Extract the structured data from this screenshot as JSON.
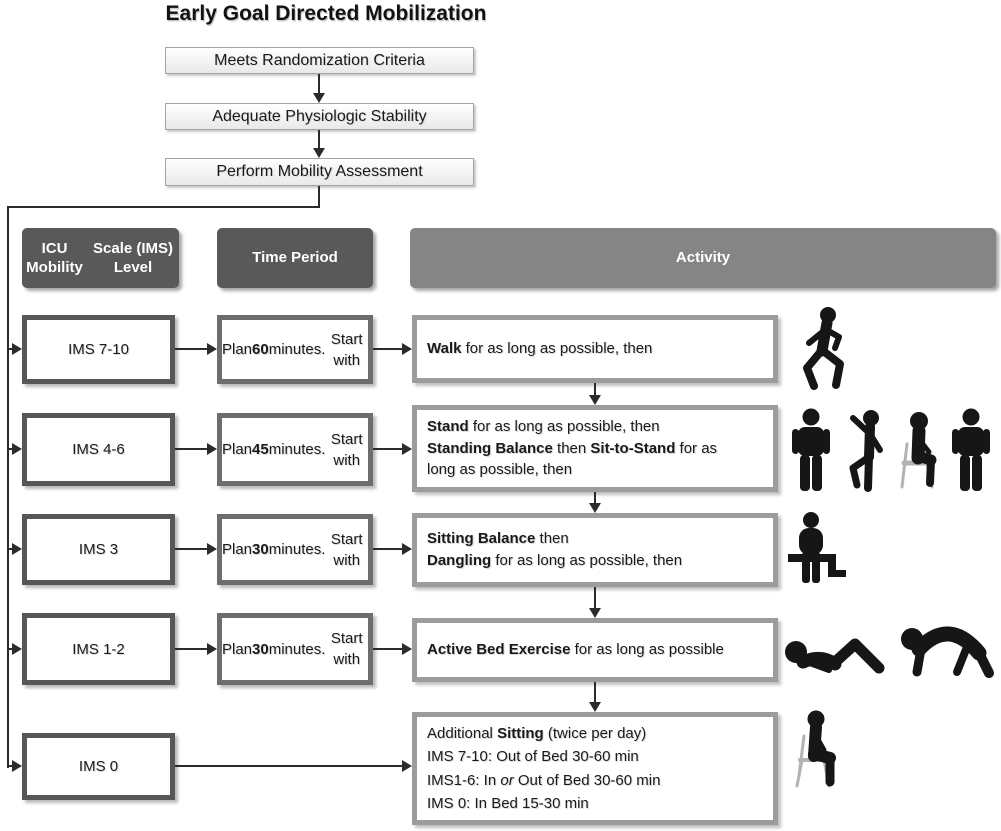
{
  "title": "Early Goal Directed Mobilization",
  "intro_steps": [
    {
      "label": "Meets Randomization Criteria"
    },
    {
      "label": "Adequate Physiologic Stability"
    },
    {
      "label": "Perform Mobility Assessment"
    }
  ],
  "table": {
    "headers": {
      "ims": [
        {
          "t": "ICU Mobility"
        },
        {
          "br": true
        },
        {
          "t": "Scale (IMS) Level"
        }
      ],
      "time": "Time Period",
      "activity": "Activity"
    },
    "rows": [
      {
        "ims_label": "IMS 7-10",
        "time": [
          {
            "t": "Plan "
          },
          {
            "t": "60",
            "b": true
          },
          {
            "t": " minutes."
          },
          {
            "br": true
          },
          {
            "t": "Start with"
          }
        ],
        "activity": [
          {
            "t": "Walk",
            "b": true
          },
          {
            "t": " for as long as possible, then"
          }
        ],
        "icons": [
          "walking-person"
        ]
      },
      {
        "ims_label": "IMS 4-6",
        "time": [
          {
            "t": "Plan "
          },
          {
            "t": "45",
            "b": true
          },
          {
            "t": " minutes."
          },
          {
            "br": true
          },
          {
            "t": "Start with"
          }
        ],
        "activity": [
          {
            "t": "Stand",
            "b": true
          },
          {
            "t": " for as long as possible, then"
          },
          {
            "br": true
          },
          {
            "t": "Standing Balance",
            "b": true
          },
          {
            "t": " then "
          },
          {
            "t": "Sit-to-Stand",
            "b": true
          },
          {
            "t": " for as"
          },
          {
            "br": true
          },
          {
            "t": "long as possible, then"
          }
        ],
        "icons": [
          "standing-person",
          "standing-balance-person",
          "sit-to-stand-person",
          "standing-person"
        ]
      },
      {
        "ims_label": "IMS 3",
        "time": [
          {
            "t": "Plan "
          },
          {
            "t": "30",
            "b": true
          },
          {
            "t": " minutes."
          },
          {
            "br": true
          },
          {
            "t": "Start with"
          }
        ],
        "activity": [
          {
            "t": "Sitting Balance",
            "b": true
          },
          {
            "t": " then"
          },
          {
            "br": true
          },
          {
            "t": "Dangling",
            "b": true
          },
          {
            "t": " for as long as possible, then"
          }
        ],
        "icons": [
          "dangling-person"
        ]
      },
      {
        "ims_label": "IMS 1-2",
        "time": [
          {
            "t": "Plan "
          },
          {
            "t": "30",
            "b": true
          },
          {
            "t": " minutes."
          },
          {
            "br": true
          },
          {
            "t": "Start with"
          }
        ],
        "activity": [
          {
            "t": "Active Bed Exercise",
            "b": true
          },
          {
            "t": " for as long as possible"
          }
        ],
        "icons": [
          "bed-exercise-person",
          "bridge-exercise-person"
        ]
      },
      {
        "ims_label": "IMS 0",
        "time": null,
        "activity": [
          {
            "t": "Additional "
          },
          {
            "t": "Sitting",
            "b": true
          },
          {
            "t": " (twice per day)"
          },
          {
            "br": true
          },
          {
            "t": "IMS 7-10: Out of Bed 30-60 min"
          },
          {
            "br": true
          },
          {
            "t": "IMS1-6: In "
          },
          {
            "t": "or",
            "i": true
          },
          {
            "t": " Out of Bed 30-60 min"
          },
          {
            "br": true
          },
          {
            "t": "IMS 0: In Bed 15-30 min"
          }
        ],
        "icons": [
          "chair-sitting-person"
        ]
      }
    ]
  },
  "colors": {
    "header_dark": "#595959",
    "header_light": "#858585",
    "ims_border": "#575757",
    "time_border": "#6d6d6d",
    "activity_border": "#9c9c9c",
    "arrow": "#2b2b2b",
    "figure": "#161616"
  }
}
